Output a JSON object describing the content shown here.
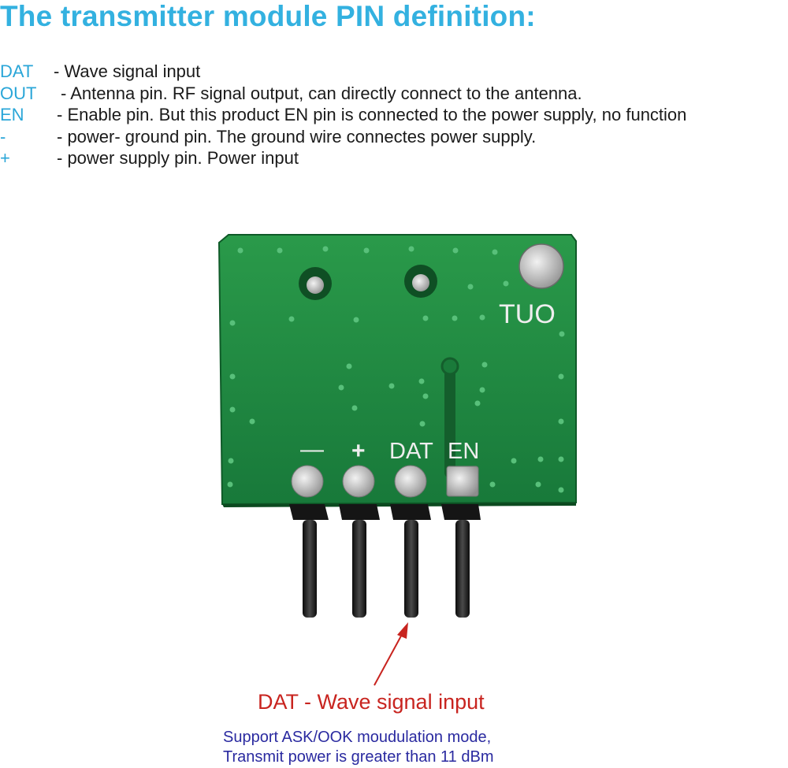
{
  "title": "The transmitter module PIN definition:",
  "pin_definitions": [
    {
      "pin": "DAT",
      "description": "- Wave signal input"
    },
    {
      "pin": "OUT",
      "description": "- Antenna pin. RF signal output, can directly connect to the antenna."
    },
    {
      "pin": "EN",
      "description": "- Enable pin. But this product EN pin is connected to the power supply, no function"
    },
    {
      "pin": "-",
      "description": "- power- ground pin. The ground wire connectes power supply."
    },
    {
      "pin": "+",
      "description": "- power supply pin. Power input"
    }
  ],
  "board": {
    "silkscreen_out": "TUO",
    "silkscreen_pins": [
      "—",
      "+",
      "DAT",
      "EN"
    ]
  },
  "caption": {
    "headline": "DAT - Wave signal input",
    "line1": "Support ASK/OOK moudulation mode,",
    "line2": "Transmit power is greater than 11 dBm"
  },
  "colors": {
    "title": "#33b1e0",
    "pin_name": "#2aa6d8",
    "pcb": "#1e8a3c",
    "arrow": "#c8241f",
    "headline": "#c8241f",
    "subtext": "#2a2aa0"
  }
}
